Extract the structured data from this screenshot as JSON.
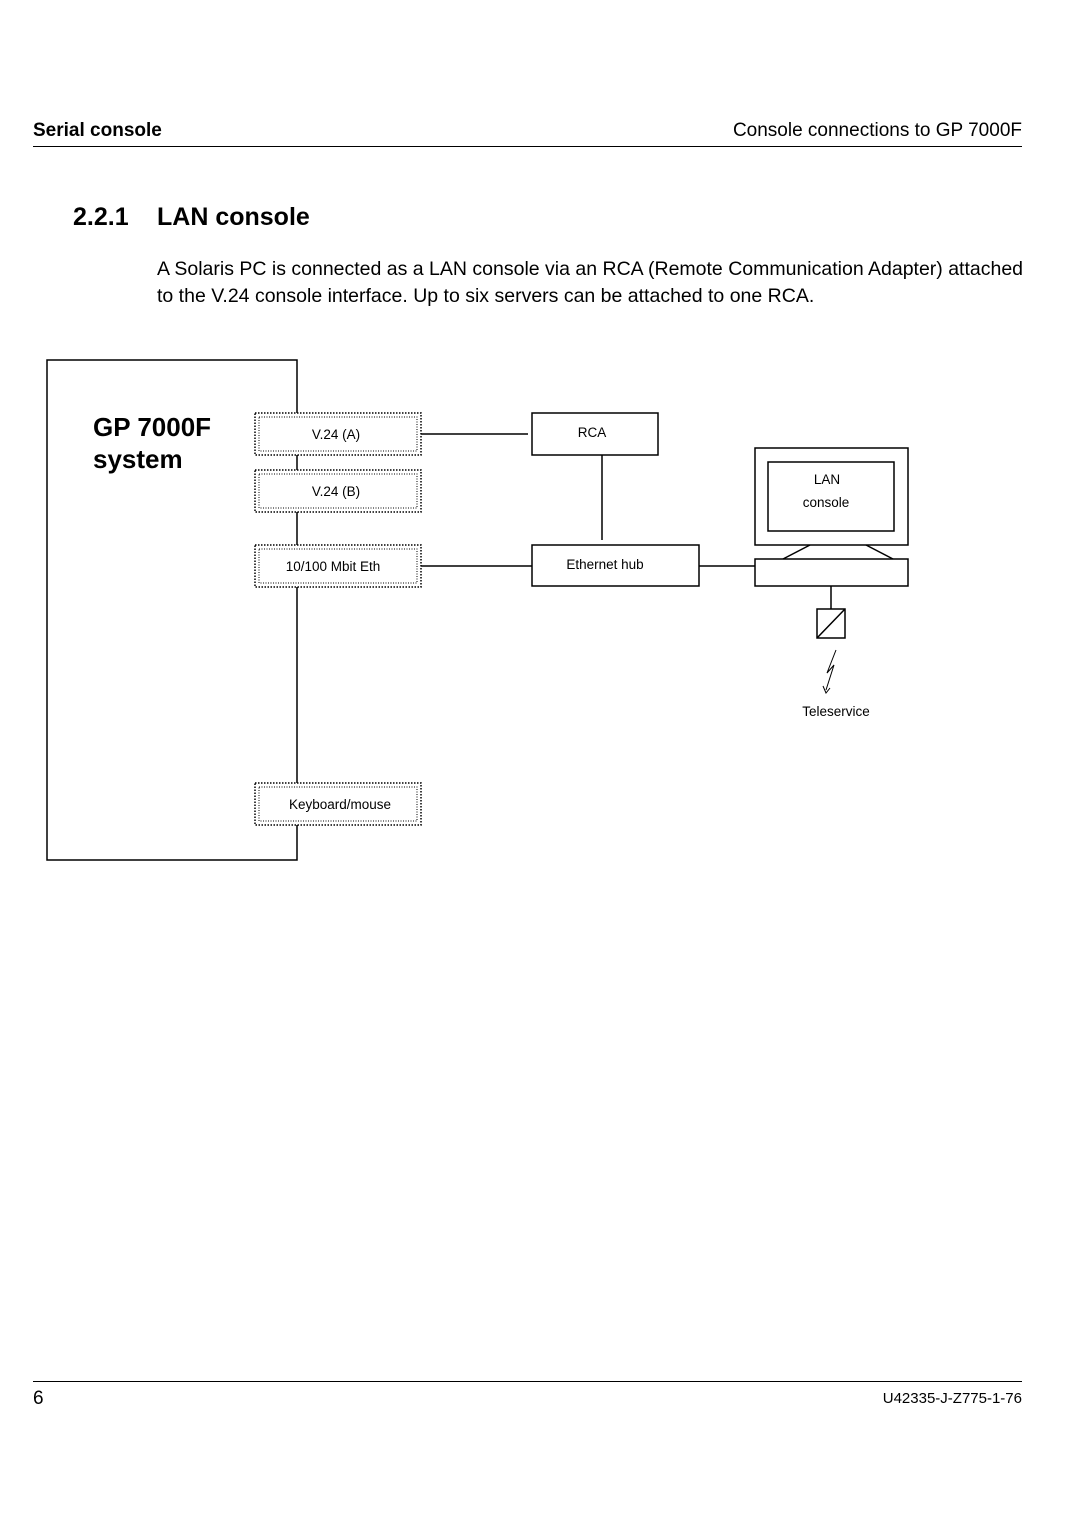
{
  "header": {
    "left": "Serial console",
    "right": "Console connections to GP 7000F"
  },
  "section": {
    "number": "2.2.1",
    "title": "LAN console"
  },
  "paragraph": "A Solaris PC is connected as a LAN console via an RCA (Remote Communication Adapter) attached to the V.24 console interface. Up to six servers can be attached to one RCA.",
  "diagram": {
    "system_title_line1": "GP 7000F",
    "system_title_line2": "system",
    "ports": {
      "v24a": "V.24 (A)",
      "v24b": "V.24 (B)",
      "eth": "10/100 Mbit Eth",
      "kbd": "Keyboard/mouse"
    },
    "rca": "RCA",
    "ethernet_hub": "Ethernet hub",
    "lan_console_line1": "LAN",
    "lan_console_line2": "console",
    "teleservice": "Teleservice"
  },
  "footer": {
    "page_number": "6",
    "doc_code": "U42335-J-Z775-1-76"
  }
}
